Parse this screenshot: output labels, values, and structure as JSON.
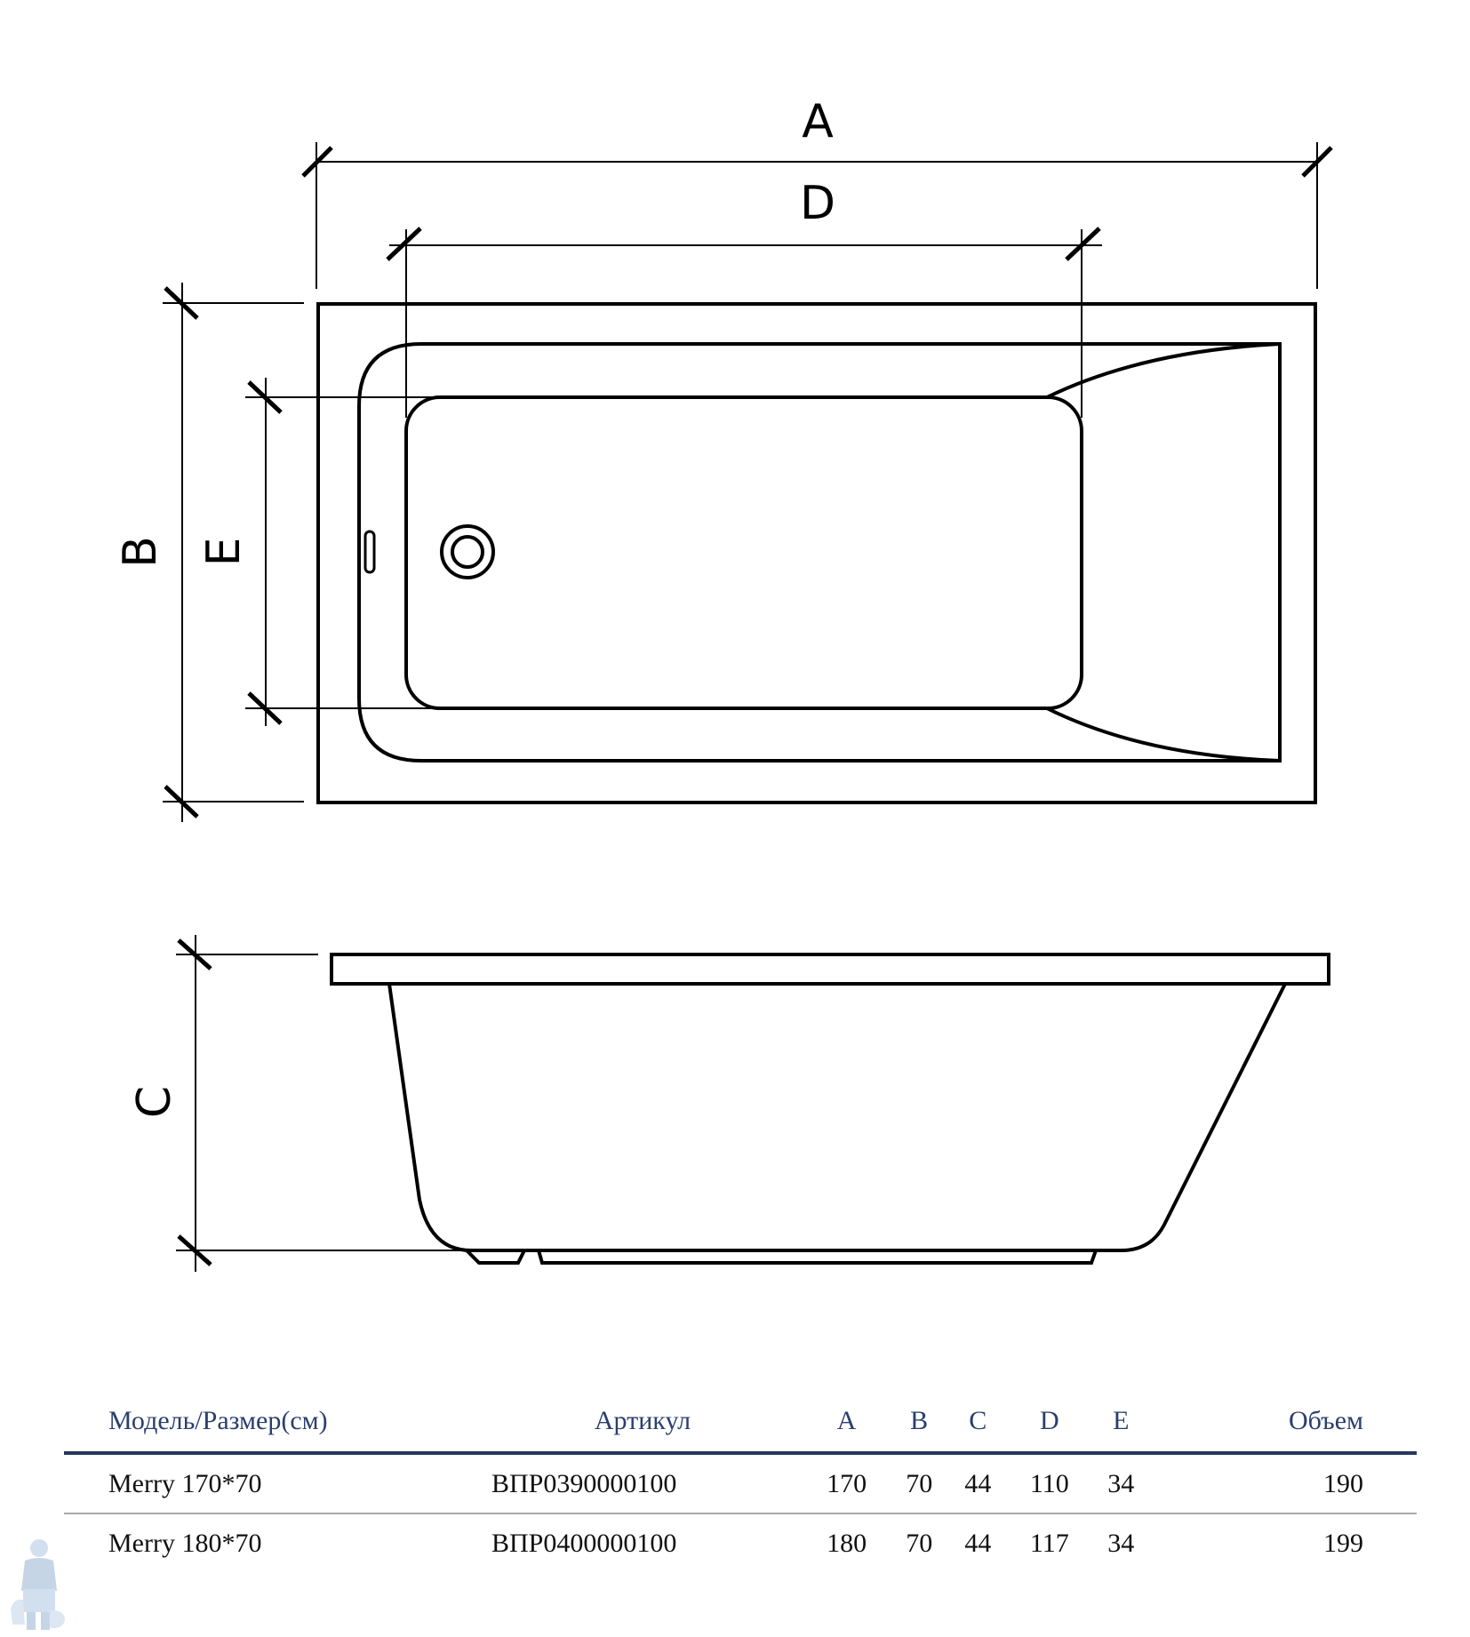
{
  "diagram": {
    "dimension_labels": {
      "A": "A",
      "B": "B",
      "C": "C",
      "D": "D",
      "E": "E"
    },
    "views": [
      "top-view",
      "side-view"
    ]
  },
  "table": {
    "headers": {
      "model": "Модель/Размер(см)",
      "article": "Артикул",
      "a": "A",
      "b": "B",
      "c": "C",
      "d": "D",
      "e": "E",
      "volume": "Объем"
    },
    "rows": [
      {
        "model": "Merry 170*70",
        "article": "ВПР0390000100",
        "a": "170",
        "b": "70",
        "c": "44",
        "d": "110",
        "e": "34",
        "volume": "190"
      },
      {
        "model": "Merry 180*70",
        "article": "ВПР0400000100",
        "a": "180",
        "b": "70",
        "c": "44",
        "d": "117",
        "e": "34",
        "volume": "199"
      }
    ]
  },
  "colors": {
    "header_text": "#2a3f6e",
    "header_rule": "#26375f",
    "row_rule": "#a8a8a8"
  },
  "icons": [
    "plumber-mascot-icon"
  ]
}
